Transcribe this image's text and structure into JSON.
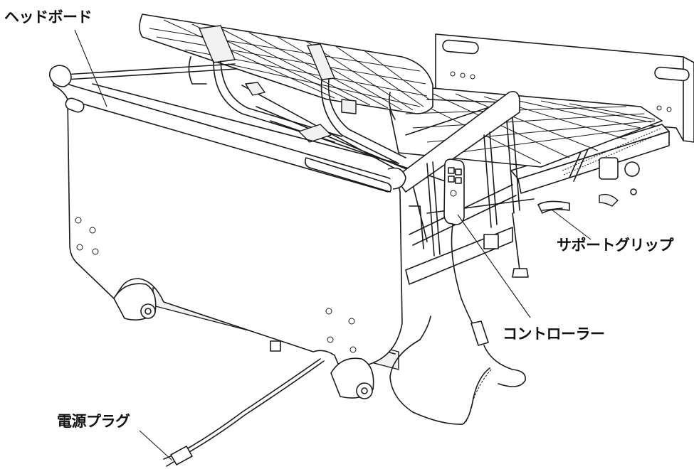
{
  "labels": {
    "headboard": "ヘッドボード",
    "support_grip": "サポートグリップ",
    "controller": "コントローラー",
    "power_plug": "電源プラグ"
  },
  "colors": {
    "line": "#1a1a1a",
    "background": "#ffffff"
  }
}
